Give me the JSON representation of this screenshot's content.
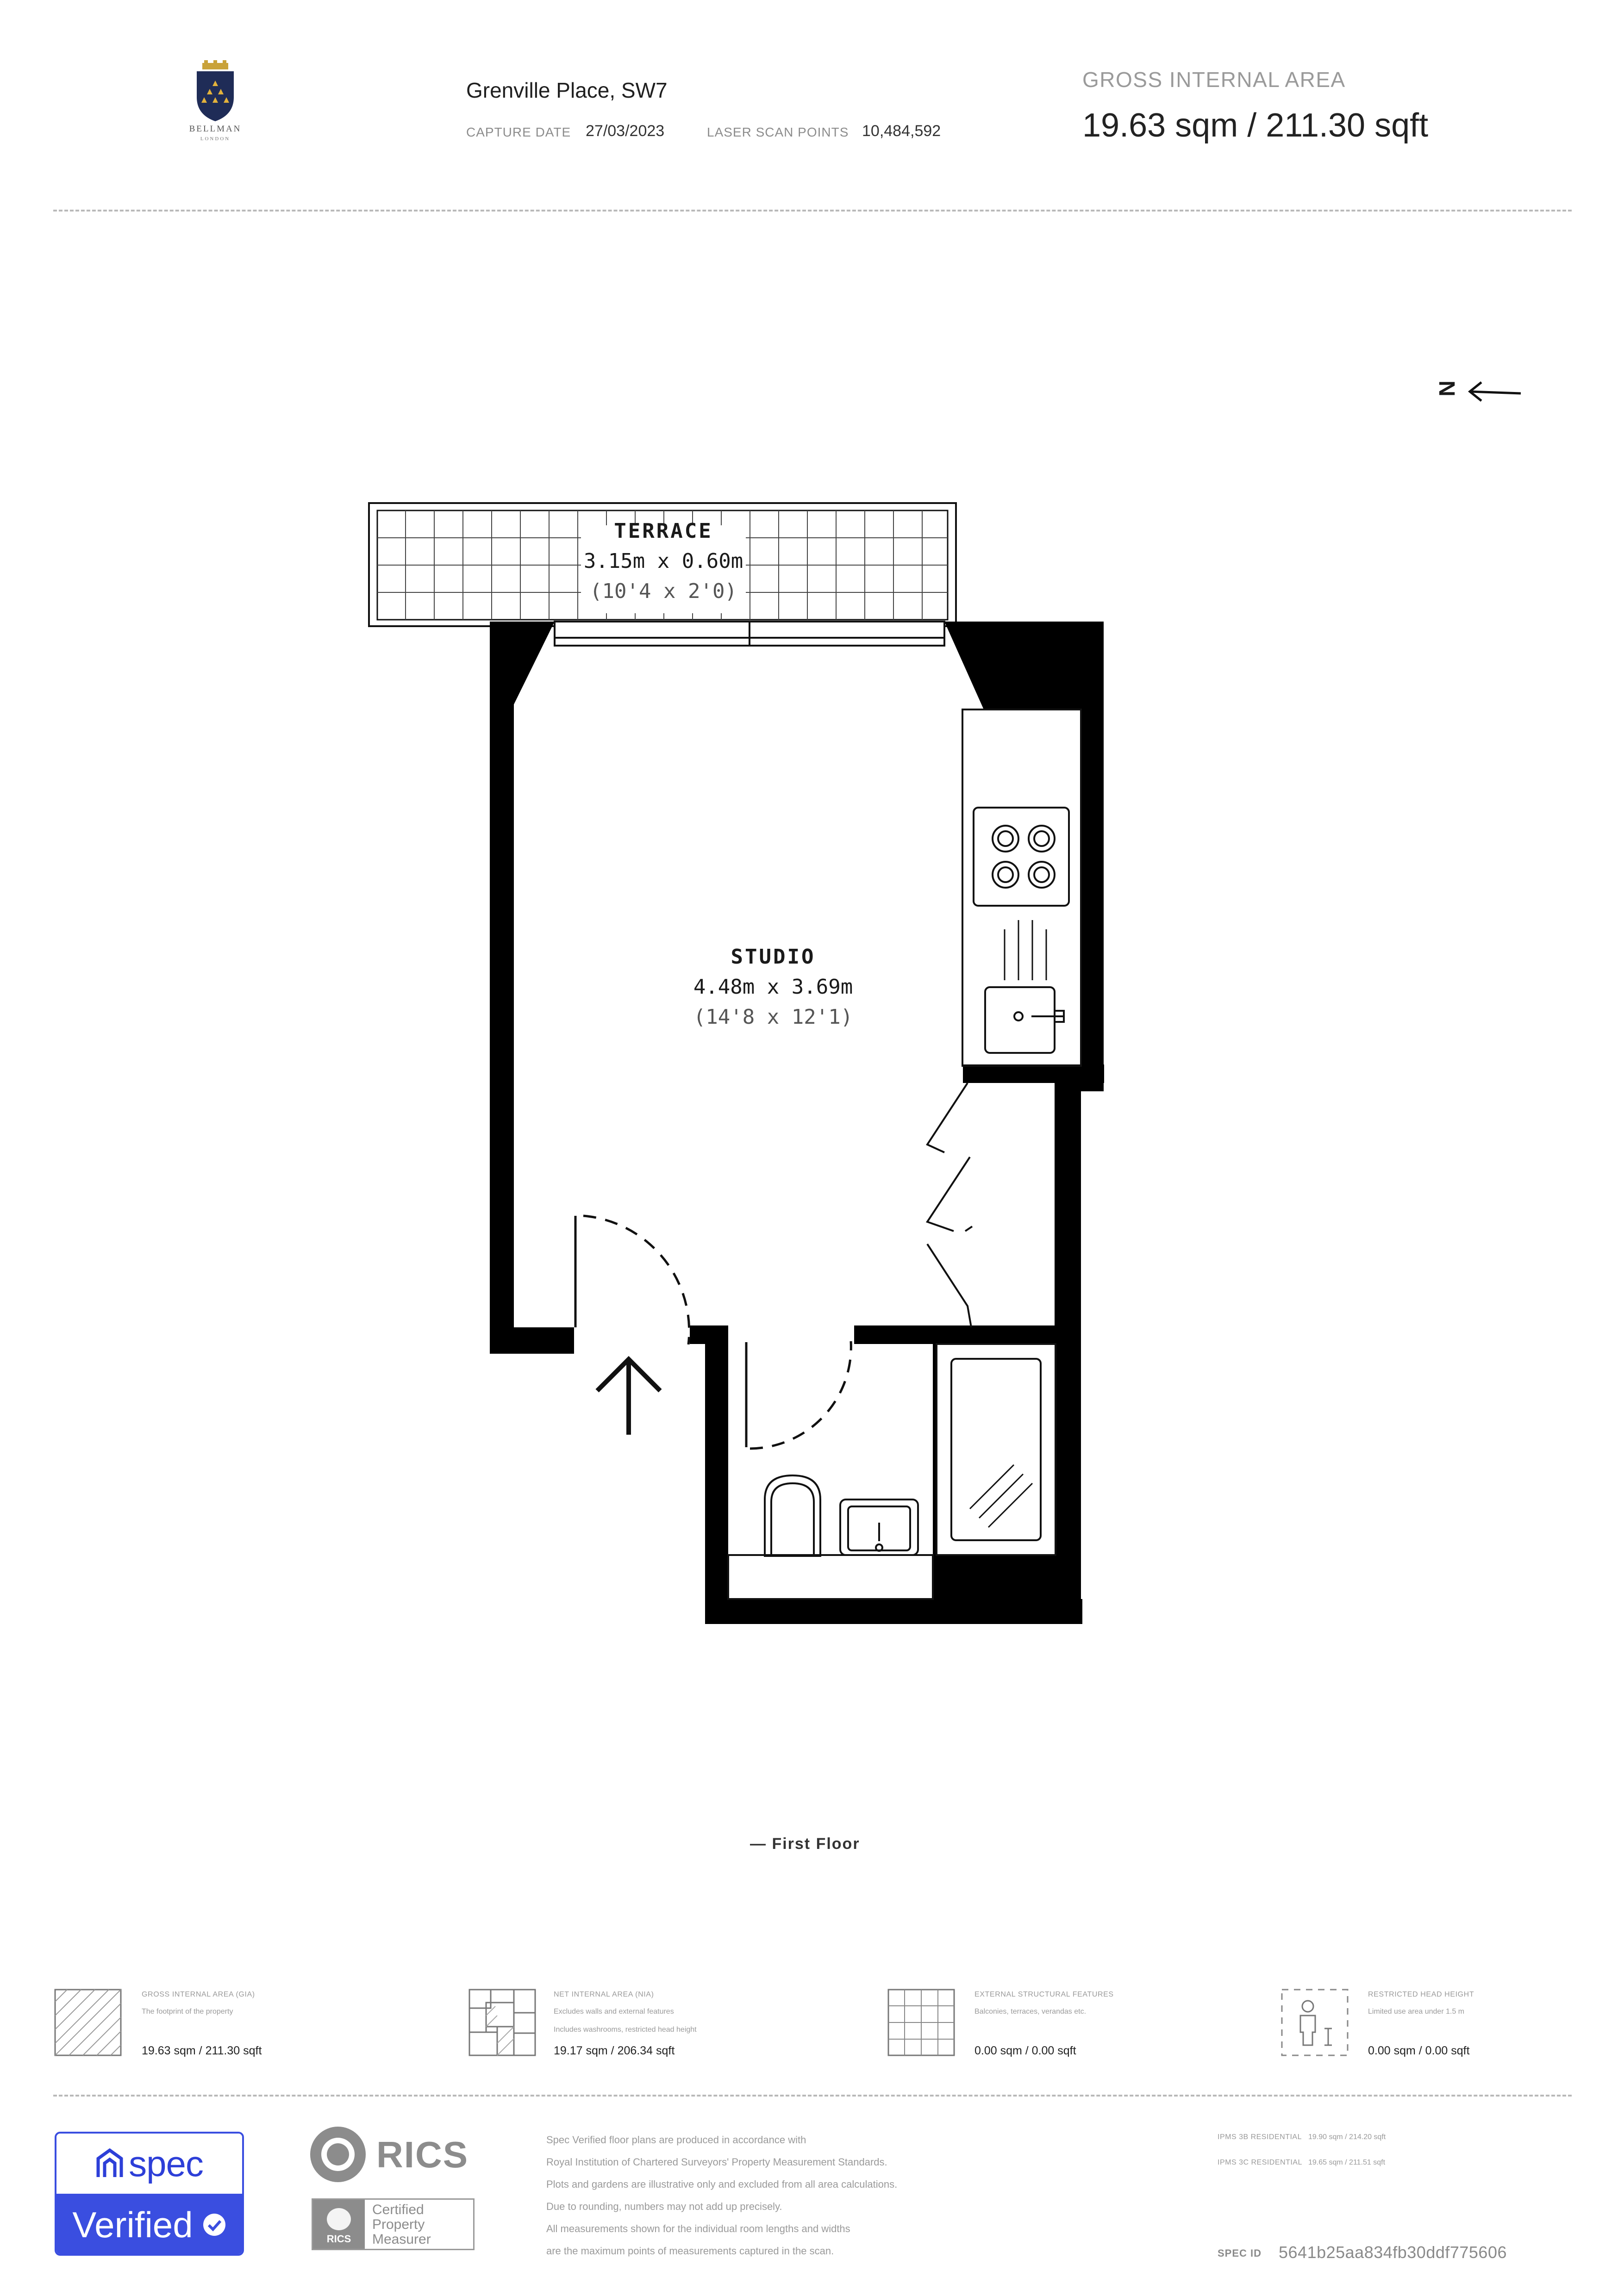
{
  "header": {
    "logo_text_top": "BELLMAN",
    "logo_text_bottom": "LONDON",
    "address": "Grenville Place, SW7",
    "capture_date_label": "CAPTURE DATE",
    "capture_date": "27/03/2023",
    "laser_points_label": "LASER SCAN POINTS",
    "laser_points": "10,484,592",
    "gia_title": "GROSS INTERNAL AREA",
    "gia_value": "19.63 sqm / 211.30 sqft"
  },
  "plan": {
    "compass_letter": "N",
    "terrace": {
      "name": "TERRACE",
      "metric": "3.15m x 0.60m",
      "imperial": "(10'4 x 2'0)"
    },
    "studio": {
      "name": "STUDIO",
      "metric": "4.48m x 3.69m",
      "imperial": "(14'8 x 12'1)"
    },
    "floor_label": "— First Floor"
  },
  "legend": [
    {
      "title": "GROSS INTERNAL AREA (GIA)",
      "desc": [
        "The footprint of the property"
      ],
      "value": "19.63 sqm / 211.30 sqft",
      "icon": "gia-hatch-icon"
    },
    {
      "title": "NET INTERNAL AREA (NIA)",
      "desc": [
        "Excludes walls and external features",
        "Includes washrooms, restricted head height"
      ],
      "value": "19.17 sqm / 206.34 sqft",
      "icon": "nia-blocks-icon"
    },
    {
      "title": "EXTERNAL STRUCTURAL FEATURES",
      "desc": [
        "Balconies, terraces, verandas etc."
      ],
      "value": "0.00 sqm / 0.00 sqft",
      "icon": "grid-icon"
    },
    {
      "title": "RESTRICTED HEAD HEIGHT",
      "desc": [
        "Limited use area under 1.5 m"
      ],
      "value": "0.00 sqm / 0.00 sqft",
      "icon": "person-height-icon"
    }
  ],
  "footer": {
    "spec_word": "spec",
    "verified_word": "Verified",
    "rics_word": "RICS",
    "rics_small": "RICS",
    "certified_lines": [
      "Certified",
      "Property",
      "Measurer"
    ],
    "disclaimer": [
      "Spec Verified floor plans are produced in accordance with",
      "Royal Institution of Chartered Surveyors' Property Measurement Standards.",
      "Plots and gardens are illustrative only and excluded from all area calculations.",
      "Due to rounding, numbers may not add up precisely.",
      "All measurements shown for the individual room lengths and widths",
      "are the maximum points of measurements captured in the scan."
    ],
    "ipms": [
      {
        "label": "IPMS 3B RESIDENTIAL",
        "value": "19.90 sqm / 214.20 sqft"
      },
      {
        "label": "IPMS 3C RESIDENTIAL",
        "value": "19.65 sqm / 211.51 sqft"
      }
    ],
    "spec_id_label": "SPEC ID",
    "spec_id": "5641b25aa834fb30ddf775606"
  },
  "colors": {
    "spec_blue": "#3a4ee0",
    "wall": "#000000",
    "muted": "#9a9a9a"
  }
}
